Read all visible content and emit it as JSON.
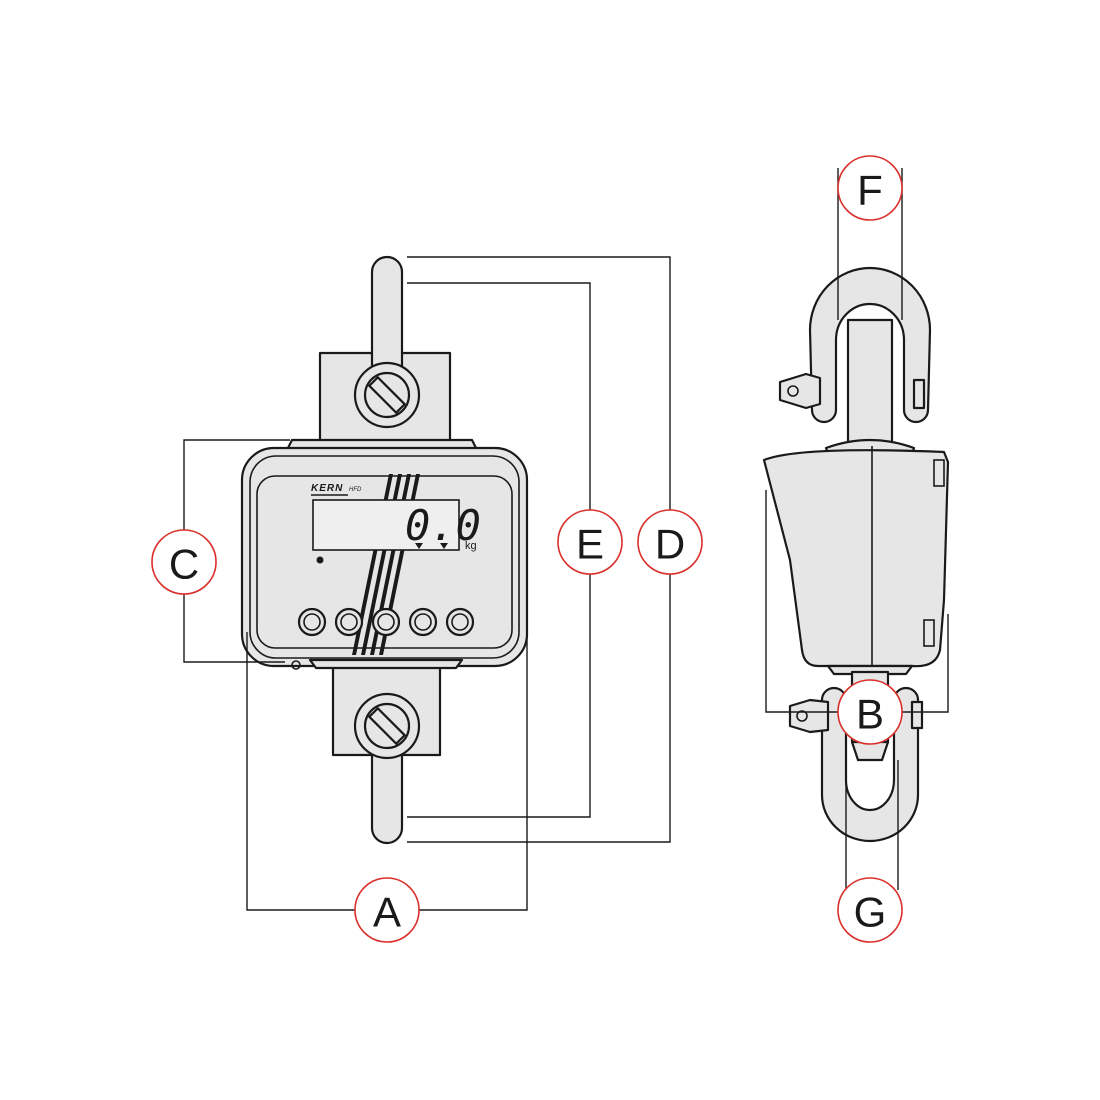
{
  "device": {
    "brand": "KERN",
    "model": "HFD",
    "display_value": "0.0",
    "display_unit": "kg",
    "button_count": 5
  },
  "dimension_markers": {
    "a": "A",
    "b": "B",
    "c": "C",
    "d": "D",
    "e": "E",
    "f": "F",
    "g": "G"
  },
  "colors": {
    "marker_outline": "#d9302c",
    "body_fill": "#e6e6e6",
    "line": "#1a1a1a"
  }
}
